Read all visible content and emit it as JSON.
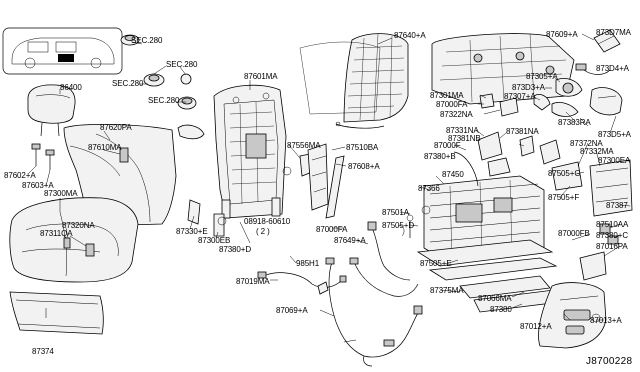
{
  "diagram_id": "J8700228",
  "callouts": {
    "sec280_a": "SEC.280",
    "sec280_b": "SEC.280",
    "sec280_c": "SEC.280",
    "sec280_d": "SEC.280",
    "p86400": "86400",
    "p87620pa": "87620PA",
    "p87610ma": "87610MA",
    "p87602a": "87602+A",
    "p87603a": "87603+A",
    "p87300ma": "87300MA",
    "p87320na": "87320NA",
    "p87311qa": "87311QA",
    "p87374": "87374",
    "p87601ma": "87601MA",
    "p87556ma": "87556MA",
    "p87330e": "87330+E",
    "p87300eb": "87300EB",
    "p87380d": "87380+D",
    "p08918": "08918-60610",
    "p08918_qty": "( 2 )",
    "p985h1": "985H1",
    "p87019ma": "87019MA",
    "p87069a": "87069+A",
    "p87640a": "87640+A",
    "p87510ba": "87510BA",
    "p87608a": "87608+A",
    "p87000fa_mid": "87000FA",
    "p87649a": "87649+A",
    "p87501a": "87501A",
    "p87505d": "87505+D",
    "p87505e": "87505+E",
    "p87375ma": "87375MA",
    "p87066ma": "87066MA",
    "p87380": "87380",
    "p87450": "87450",
    "p87366": "87366",
    "p87380b": "87380+B",
    "p87000f": "87000F",
    "p87331na": "87331NA",
    "p87381nb": "87381NB",
    "p87381na": "87381NA",
    "p87301ma": "87301MA",
    "p87000fa_top": "87000FA",
    "p87322na": "87322NA",
    "p87307a": "87307+A",
    "p873d3a": "873D3+A",
    "p87305a": "87305+A",
    "p87609a": "87609+A",
    "p873d7ma": "873D7MA",
    "p873d4a": "873D4+A",
    "p87383ra": "87383RA",
    "p873d5a": "873D5+A",
    "p87372na": "87372NA",
    "p87332ma": "87332MA",
    "p87300ea": "87300EA",
    "p87505g": "87505+G",
    "p87505f": "87505+F",
    "p87387": "87387",
    "p87510aa": "87510AA",
    "p87380c": "87380+C",
    "p87000fb": "87000FB",
    "p87016pa": "87016PA",
    "p87012a": "87012+A",
    "p87013a": "87013+A"
  }
}
